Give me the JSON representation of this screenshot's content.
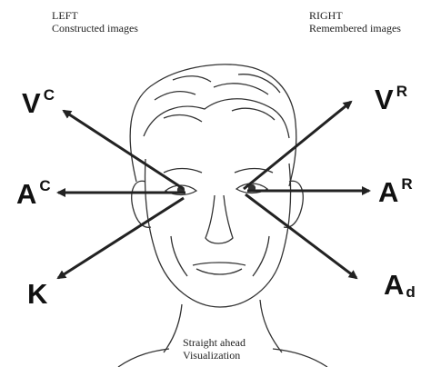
{
  "top_left": {
    "line1": "LEFT",
    "line2": "Constructed images"
  },
  "top_right": {
    "line1": "RIGHT",
    "line2": "Remembered images"
  },
  "bottom": {
    "line1": "Straight ahead",
    "line2": "Visualization"
  },
  "labels": {
    "vc": {
      "main": "V",
      "mod": "C"
    },
    "ac": {
      "main": "A",
      "mod": "C"
    },
    "k": {
      "main": "K"
    },
    "vr": {
      "main": "V",
      "mod": "R"
    },
    "ar": {
      "main": "A",
      "mod": "R"
    },
    "ad": {
      "main": "A",
      "mod": "d"
    }
  }
}
